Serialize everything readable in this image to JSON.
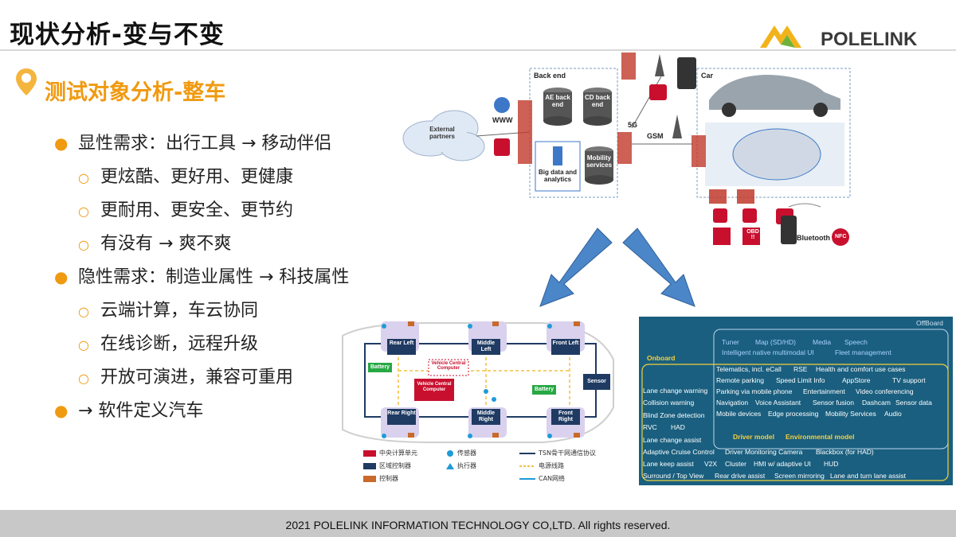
{
  "header": {
    "title": "现状分析-变与不变",
    "logo_text": "POLELINK"
  },
  "section": {
    "title": "测试对象分析-整车"
  },
  "bullets": [
    {
      "level": 1,
      "text": "显性需求：出行工具 → 移动伴侣"
    },
    {
      "level": 2,
      "text": "更炫酷、更好用、更健康"
    },
    {
      "level": 2,
      "text": "更耐用、更安全、更节约"
    },
    {
      "level": 2,
      "text": "有没有 → 爽不爽"
    },
    {
      "level": 1,
      "text": "隐性需求：制造业属性 → 科技属性"
    },
    {
      "level": 2,
      "text": "云端计算，车云协同"
    },
    {
      "level": 2,
      "text": "在线诊断，远程升级"
    },
    {
      "level": 2,
      "text": "开放可演进，兼容可重用"
    },
    {
      "level": 1,
      "text": "→ 软件定义汽车"
    }
  ],
  "net_diagram": {
    "backend": "Back end",
    "car": "Car",
    "external": "External partners",
    "www": "WWW",
    "ae": "AE back end",
    "cd": "CD back end",
    "bigdata": "Big data and analytics",
    "mobility": "Mobility services",
    "g5": "5G",
    "gsm": "GSM",
    "bluetooth": "Bluetooth",
    "nfc": "NFC",
    "obd": "OBD !!"
  },
  "arch": {
    "rear_left": "Rear Left",
    "middle_left": "Middle Left",
    "front_left": "Front Left",
    "rear_right": "Rear Right",
    "middle_right": "Middle Right",
    "front_right": "Front Right",
    "vcc_top": "Vehicle Central Computer",
    "vcc": "Vehicle Central Computer",
    "battery_l": "Battery",
    "battery_r": "Battery",
    "sensor": "Sensor",
    "legend": [
      "中央计算单元",
      "传感器",
      "TSN骨干网通信协议",
      "区域控制器",
      "执行器",
      "电源线路",
      "控制器",
      "CAN网络"
    ]
  },
  "panel": {
    "offboard": "OffBoard",
    "onboard": "Onboard",
    "row1": [
      "Tuner",
      "Map (SD/HD)",
      "Media",
      "Speech"
    ],
    "row2": [
      "Intelligent native multimodal UI",
      "Fleet management"
    ],
    "left": [
      "Lane change warning",
      "Collision warning",
      "Blind Zone detection",
      "RVC",
      "HAD",
      "Lane change assist"
    ],
    "mid": [
      [
        "Telematics, incl. eCall",
        "RSE",
        "Health and comfort use cases"
      ],
      [
        "Remote parking",
        "Speed Limit Info",
        "AppStore",
        "TV support"
      ],
      [
        "Parking via mobile phone",
        "Entertainment",
        "Video conferencing"
      ],
      [
        "Navigation",
        "Voice Assistant",
        "Sensor fusion",
        "Dashcam",
        "Sensor data"
      ],
      [
        "Mobile devices",
        "Edge processing",
        "Mobility Services",
        "Audio"
      ]
    ],
    "models": [
      "Driver model",
      "Environmental model"
    ],
    "bottom": [
      [
        "Adaptive Cruise Control",
        "Driver Monitoring Camera",
        "Blackbox (for HAD)"
      ],
      [
        "Lane keep assist",
        "V2X",
        "Cluster",
        "HMI w/ adaptive UI",
        "HUD"
      ],
      [
        "Surround / Top View",
        "Rear drive assist",
        "Screen mirroring",
        "Lane and turn lane assist"
      ]
    ]
  },
  "footer": {
    "text": "2021 POLELINK INFORMATION TECHNOLOGY CO,LTD. All rights reserved."
  },
  "colors": {
    "accent": "#f09a10",
    "panel": "#1a5f7f",
    "arrow": "#4a86c8"
  }
}
